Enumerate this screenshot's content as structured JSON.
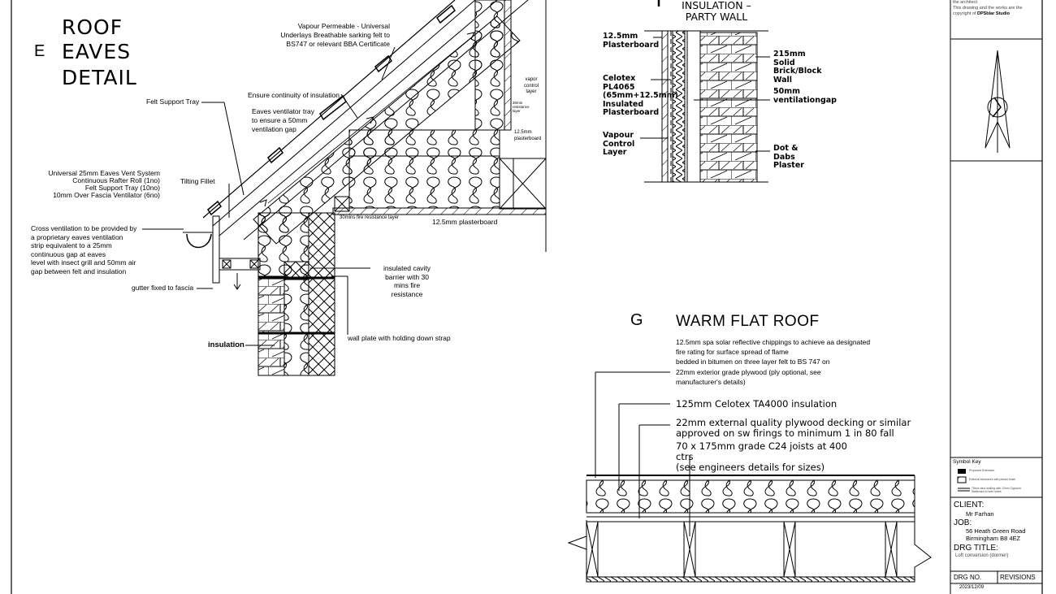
{
  "drawing": {
    "eaves_title": [
      "ROOF",
      "EAVES",
      "DETAIL"
    ],
    "eaves_letter": "E",
    "eaves_labels": {
      "vapour": [
        "Vapour Permeable - Universal",
        "Underlays Breathable sarking felt to",
        "BS747 or relevant  BBA Certificate"
      ],
      "felt_tray": "Felt Support Tray",
      "continuity": "Ensure continuity of insulation",
      "ventilator": [
        "Eaves ventilator tray",
        "to ensure a 50mm",
        "ventilation gap"
      ],
      "vent_system": [
        "Universal 25mm Eaves Vent System",
        "Continuous Rafter Roll (1no)",
        "Felt Support Tray (10no)",
        "10mm Over Fascia Ventilator (6no)"
      ],
      "tilting": "Tilting Fillet",
      "cross_vent": [
        "Cross ventilation to be provided by",
        "a proprietary eaves ventilation",
        "strip equivalent to a 25mm",
        "continuous gap at eaves",
        "level with insect grill and 50mm air",
        "gap between felt and insulation"
      ],
      "gutter": "gutter fixed to fascia",
      "insulation": "insulation",
      "fire_layer": "30mins fire resistance layer",
      "plasterboard": "12.5mm plasterboard",
      "cavity": [
        "insulated cavity",
        "barrier with 30",
        "mins fire",
        "resistance"
      ],
      "wall_plate": "wall plate with holding down strap",
      "vapor_control": [
        "vapor",
        "control",
        "layer"
      ],
      "fire_small": [
        "30min",
        "resistance",
        "layer"
      ],
      "pb_small": [
        "12.5mm",
        "plasterboard"
      ]
    },
    "party_wall": {
      "title": [
        "INSULATION –",
        "PARTY WALL"
      ],
      "left": {
        "pb": [
          "12.5mm",
          "Plasterboard"
        ],
        "celotex": [
          "Celotex",
          "PL4065",
          "(65mm+12.5mm)",
          "Insulated",
          "Plasterboard"
        ],
        "vcl": [
          "Vapour",
          "Control",
          "Layer"
        ]
      },
      "right": {
        "brick": [
          "215mm",
          "Solid",
          "Brick/Block",
          "Wall"
        ],
        "gap": [
          "50mm",
          "ventilationgap"
        ],
        "dabs": [
          "Dot  &",
          "Dabs",
          "Plaster"
        ]
      }
    },
    "flat_roof": {
      "letter": "G",
      "title": "WARM FLAT ROOF",
      "spec": [
        "12.5mm spa solar reflective chippings to achieve aa designated",
        "fire rating for surface spread of flame",
        "bedded in bitumen on three layer felt to BS 747 on",
        "22mm exterior grade plywood (ply optional, see",
        "manufacturer's details)"
      ],
      "celotex": "125mm Celotex TA4000 insulation",
      "plywood": [
        "22mm external quality plywood decking or similar",
        "approved on sw firings to minimum 1 in 80 fall"
      ],
      "joists": [
        "70 x 175mm grade C24 joists at 400",
        "ctrs",
        "(see engineers details for sizes)"
      ]
    }
  },
  "title_block": {
    "copyright": [
      "the architect.",
      "This drawing and the works are the",
      "copyright of"
    ],
    "studio": "DPSblar Studio",
    "symbol_key": "Symbol Key",
    "symbols": [
      "Proposed Extension",
      "External blockwork with plaster finish",
      "75mm stud walling with 12mm Gypsum Wallboard to both sides"
    ],
    "client_label": "CLIENT:",
    "client": "Mr Farhan",
    "job_label": "JOB:",
    "job": [
      "56 Heath Green Road",
      "Birmingham B8 4EZ"
    ],
    "drg_title_label": "DRG TITLE:",
    "drg_title": "Loft conversion (dormer)",
    "drg_no_label": "DRG NO.",
    "revisions_label": "REVISIONS",
    "date": "2023/12/09"
  }
}
